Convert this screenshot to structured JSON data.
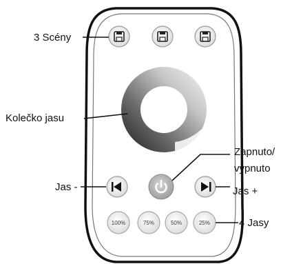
{
  "labels": {
    "scenes": "3 Scény",
    "wheel": "Kolečko jasu",
    "power_line1": "Zapnuto/",
    "power_line2": "vypnuto",
    "dim_down": "Jas -",
    "dim_up": "Jas +",
    "presets": "4 Jasy"
  },
  "preset_buttons": [
    "100%",
    "75%",
    "50%",
    "25%"
  ],
  "icons": {
    "scene": "floppy-disk-icon",
    "power": "power-icon",
    "left": "rewind-left-icon",
    "right": "forward-right-icon"
  },
  "colors": {
    "power_button": "#bdbdbd",
    "remote_outline": "#1a1a1a",
    "wheel_dark": "#3a3a3a",
    "wheel_light": "#f4f4f4"
  }
}
